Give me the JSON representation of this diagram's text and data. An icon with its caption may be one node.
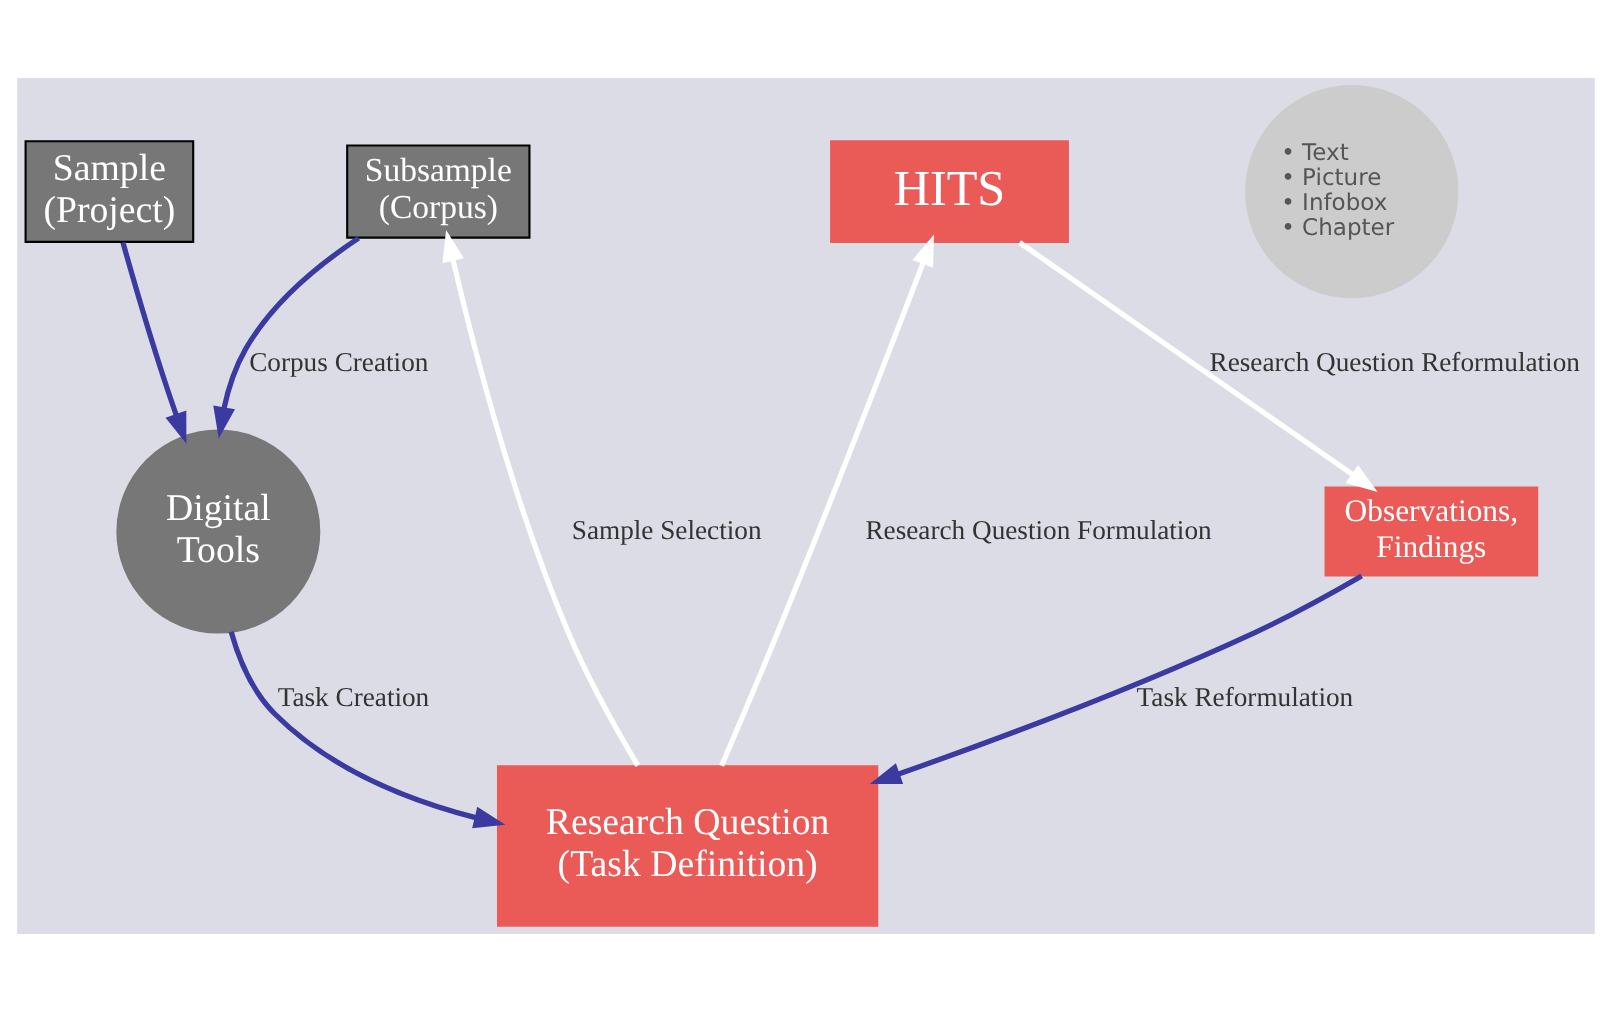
{
  "diagram": {
    "nodes": [
      {
        "text": [
          "Sample (Project)"
        ]
      },
      {
        "text": [
          "Subsample (Corpus)"
        ]
      },
      {
        "text": [
          "Research Question (Task Definition)"
        ]
      },
      {
        "text": [
          "HITS"
        ]
      },
      {
        "text": [
          "• Text",
          "• Picture",
          "• Infobox",
          "• Chapter"
        ]
      },
      {
        "text": [
          "Observations, Findings"
        ]
      },
      {
        "text": [
          "Digital Tools"
        ]
      }
    ],
    "edges": [
      {
        "from": 0,
        "to": 6,
        "arrow": "to"
      },
      {
        "from": 1,
        "to": 6,
        "arrow": "to",
        "label": "Corpus Creation"
      },
      {
        "from": 6,
        "to": 2,
        "arrow": "to",
        "label": "Task Creation"
      },
      {
        "from": 5,
        "to": 2,
        "arrow": "to",
        "label": "Task Reformulation"
      },
      {
        "from": 2,
        "to": 1,
        "arrow": "to",
        "label": "Sample Selection",
        "color": "#ffffff"
      },
      {
        "from": 2,
        "to": 3,
        "arrow": "to",
        "label": "Research Question Formulation",
        "color": "#ffffff"
      },
      {
        "from": 3,
        "to": 5,
        "arrow": "to",
        "label": "Research Question Reformulation",
        "color": "#ffffff"
      }
    ]
  }
}
